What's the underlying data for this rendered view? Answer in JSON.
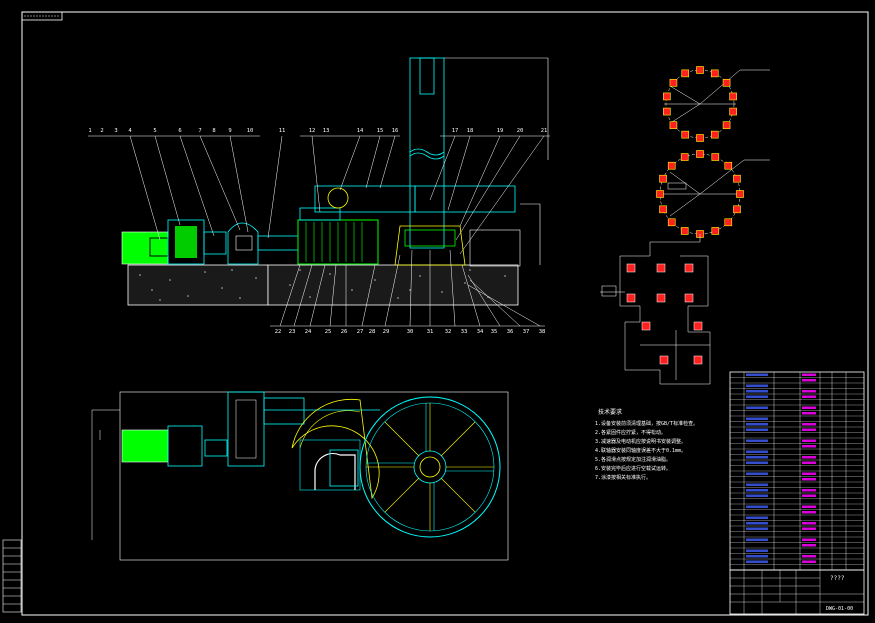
{
  "title_block": {
    "code": "DWG-01-00",
    "mark": "????"
  },
  "balloons_top": [
    "1",
    "2",
    "3",
    "4",
    "5",
    "6",
    "7",
    "8",
    "9",
    "10",
    "11",
    "12",
    "13",
    "14",
    "15",
    "16",
    "17",
    "18",
    "19",
    "20",
    "21"
  ],
  "balloons_bottom": [
    "22",
    "23",
    "24",
    "25",
    "26",
    "27",
    "28",
    "29",
    "30",
    "31",
    "32",
    "33",
    "34",
    "35",
    "36",
    "37",
    "38"
  ],
  "tech_requirements": {
    "heading": "技术要求",
    "lines": [
      "1.设备安装前须清理基础，按GB/T标准检查。",
      "2.各紧固件应拧紧，不得松动。",
      "3.减速器及电动机应按说明书安装调整。",
      "4.联轴器安装同轴度误差不大于0.1mm。",
      "5.各润滑点按规定加注润滑油脂。",
      "6.安装完毕后应进行空载试运转。",
      "7.涂漆按相关标准执行。"
    ]
  },
  "colors": {
    "line": "#00ffff",
    "green": "#00ff00",
    "magenta": "#ff00ff",
    "red": "#ff2020",
    "yellow": "#ffff00",
    "white": "#ffffff",
    "blue": "#4060ff"
  }
}
